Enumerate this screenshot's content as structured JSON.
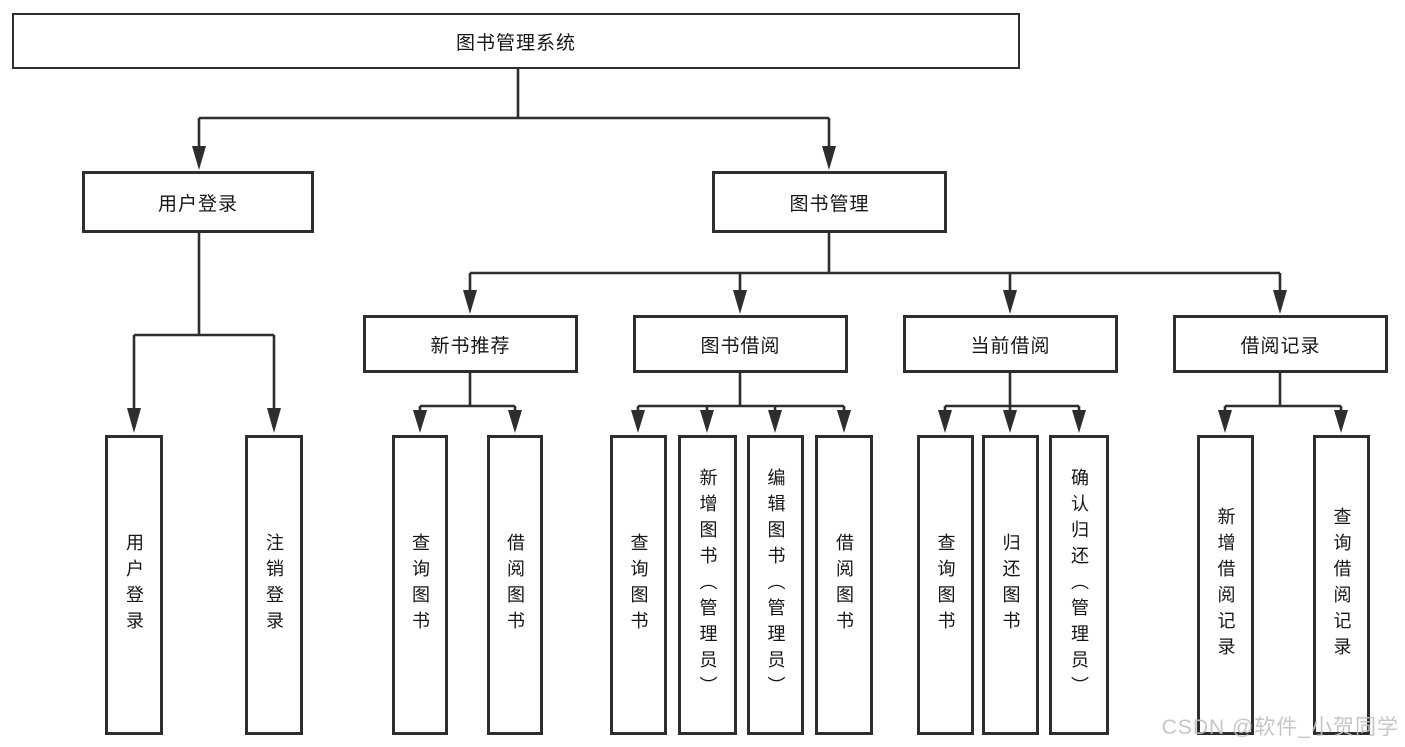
{
  "tree": {
    "label": "图书管理系统",
    "children": [
      {
        "label": "用户登录",
        "children": [
          {
            "label": "用户登录"
          },
          {
            "label": "注销登录"
          }
        ]
      },
      {
        "label": "图书管理",
        "children": [
          {
            "label": "新书推荐",
            "children": [
              {
                "label": "查询图书"
              },
              {
                "label": "借阅图书"
              }
            ]
          },
          {
            "label": "图书借阅",
            "children": [
              {
                "label": "查询图书"
              },
              {
                "label": "新增图书（管理员）"
              },
              {
                "label": "编辑图书（管理员）"
              },
              {
                "label": "借阅图书"
              }
            ]
          },
          {
            "label": "当前借阅",
            "children": [
              {
                "label": "查询图书"
              },
              {
                "label": "归还图书"
              },
              {
                "label": "确认归还（管理员）"
              }
            ]
          },
          {
            "label": "借阅记录",
            "children": [
              {
                "label": "新增借阅记录"
              },
              {
                "label": "查询借阅记录"
              }
            ]
          }
        ]
      }
    ]
  },
  "watermark": {
    "text": "CSDN @软件_小贺同学"
  },
  "colors": {
    "line": "#2e2e2e",
    "box_border": "#2e2e2e",
    "text": "#161616",
    "background": "#ffffff",
    "watermark": "#c1c1c1"
  }
}
